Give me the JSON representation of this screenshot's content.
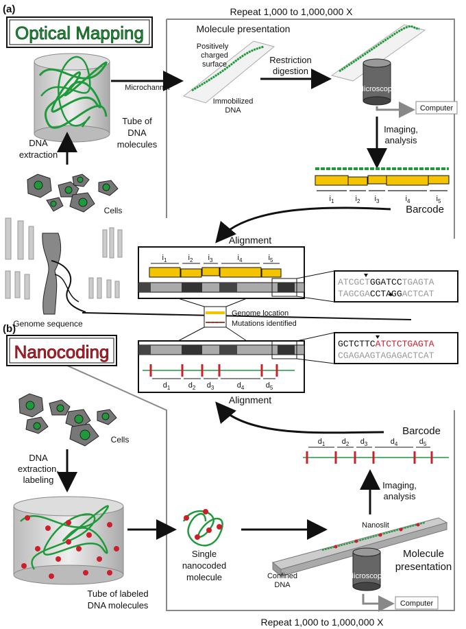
{
  "panel_a": {
    "tag": "(a)",
    "title": "Optical Mapping",
    "repeat": "Repeat 1,000 to 1,000,000 X",
    "molecule_presentation": "Molecule presentation",
    "positively_charged": [
      "Positively",
      "charged",
      "surface"
    ],
    "restriction": [
      "Restriction",
      "digestion"
    ],
    "microchannel": "Microchannel",
    "immobilized": [
      "Immobilized",
      "DNA"
    ],
    "microscope": "Microscope",
    "computer": "Computer",
    "tube": [
      "Tube of",
      "DNA",
      "molecules"
    ],
    "dna_extraction": [
      "DNA",
      "extraction"
    ],
    "cells": "Cells",
    "imaging": [
      "Imaging,",
      "analysis"
    ],
    "barcode": "Barcode",
    "i_labels": [
      "i",
      "i",
      "i",
      "i",
      "i"
    ],
    "i_subs": [
      "1",
      "2",
      "3",
      "4",
      "5"
    ],
    "genome_sequence": "Genome sequence"
  },
  "middle": {
    "alignment_top": "Alignment",
    "alignment_bottom": "Alignment",
    "genome_location": "Genome location",
    "mutations": "Mutations identified",
    "seq_a1_pre": "ATCGCT",
    "seq_a1_mid": "GGATCC",
    "seq_a1_post": "TGAGTA",
    "seq_a2_pre": "TAGCGA",
    "seq_a2_mid": "CCTAGG",
    "seq_a2_post": "ACTCAT",
    "seq_b1_pre": "GCTCTTC",
    "seq_b1_red": "ATCTCTGAGTA",
    "seq_b2": "CGAGAAGTAGAGACTCAT"
  },
  "panel_b": {
    "tag": "(b)",
    "title": "Nanocoding",
    "repeat": "Repeat 1,000 to 1,000,000 X",
    "cells": "Cells",
    "dna_extraction": [
      "DNA",
      "extraction,",
      "labeling"
    ],
    "tube": [
      "Tube of labeled",
      "DNA molecules"
    ],
    "single": [
      "Single",
      "nanocoded",
      "molecule"
    ],
    "nanoslit": "Nanoslit",
    "confined": [
      "Confined",
      "DNA"
    ],
    "microscope": "Microscope",
    "computer": "Computer",
    "molecule_presentation": [
      "Molecule",
      "presentation"
    ],
    "imaging": [
      "Imaging,",
      "analysis"
    ],
    "barcode": "Barcode",
    "d_labels": [
      "d",
      "d",
      "d",
      "d",
      "d"
    ],
    "d_subs": [
      "1",
      "2",
      "3",
      "4",
      "5"
    ]
  },
  "colors": {
    "green": "#1e9a3a",
    "yellow": "#f4c400",
    "red": "#cc1f2a",
    "dark": "#1a1a1a"
  }
}
